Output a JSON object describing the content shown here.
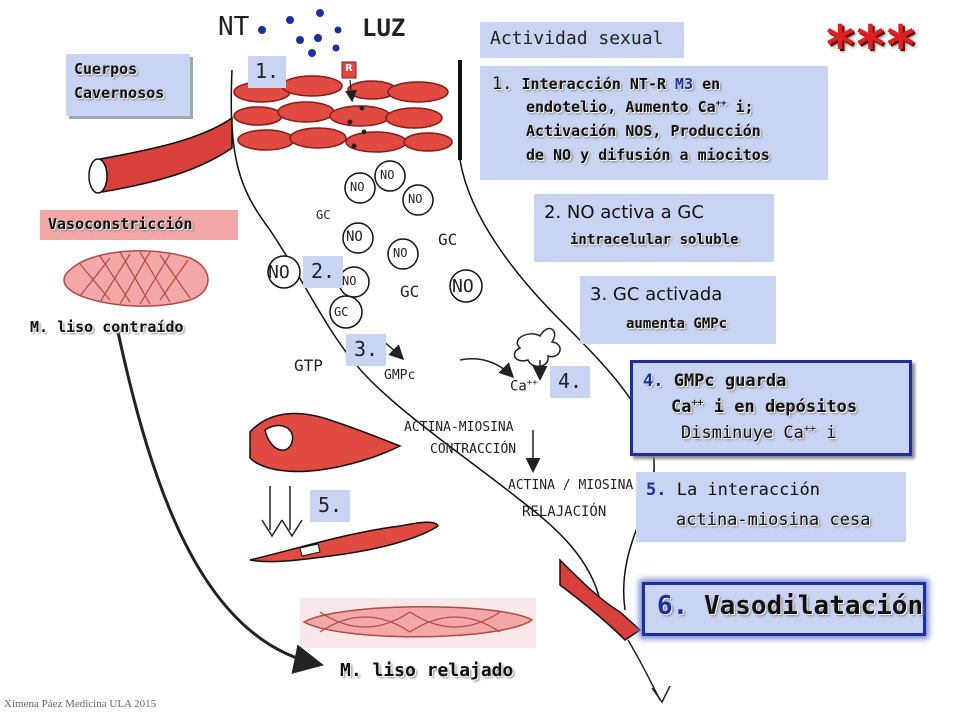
{
  "labels": {
    "nt": "NT",
    "luz": "LUZ",
    "r": "R",
    "cuerpos_l1": "Cuerpos",
    "cuerpos_l2": "Cavernosos",
    "vasoconstriccion": "Vasoconstricción",
    "m_liso_contraido": "M. liso contraído",
    "m_liso_relajado": "M. liso relajado",
    "actividad_sexual": "Actividad sexual",
    "stars": "***",
    "credit": "Ximena Páez Medicina ULA 2015",
    "no": "NO",
    "gc": "GC",
    "gtp": "GTP",
    "gmpc": "GMPc",
    "ca": "Ca",
    "ca_sup": "++",
    "actina_contraccion_l1": "ACTINA-MIOSINA",
    "actina_contraccion_l2": "CONTRACCIÓN",
    "actina_relajacion_l1": "ACTINA / MIOSINA",
    "actina_relajacion_l2": "RELAJACIÓN"
  },
  "markers": {
    "m1": "1.",
    "m2": "2.",
    "m3": "3.",
    "m4": "4.",
    "m5": "5."
  },
  "steps": {
    "s1": {
      "num": "1.",
      "l1a": " Interacción NT-R ",
      "l1b": "M3",
      "l1c": " en",
      "l2": "endotelio, Aumento Ca",
      "l2sup": "++",
      "l2b": " i;",
      "l3": "Activación NOS, Producción",
      "l4": "de NO y difusión a miocitos"
    },
    "s2": {
      "num": "2.",
      "l1": " NO activa a GC",
      "l2": "intracelular soluble"
    },
    "s3": {
      "num": "3.",
      "l1": " GC activada",
      "l2": "aumenta GMPc"
    },
    "s4": {
      "num": "4.",
      "l1": " GMPc guarda",
      "l2a": "Ca",
      "l2sup": "++",
      "l2b": " i en depósitos",
      "l3a": "Disminuye Ca",
      "l3sup": "++",
      "l3b": " i"
    },
    "s5": {
      "num": "5.",
      "l1": " La interacción",
      "l2": "actina-miosina cesa"
    },
    "s6": {
      "num": "6.",
      "l1": " Vasodilatación"
    }
  },
  "colors": {
    "panel_blue": "#c9d3f2",
    "pink": "#f4a7a7",
    "vessel_red": "#d8413b",
    "navy": "#1d2f9e",
    "stars_red": "#e02020"
  }
}
